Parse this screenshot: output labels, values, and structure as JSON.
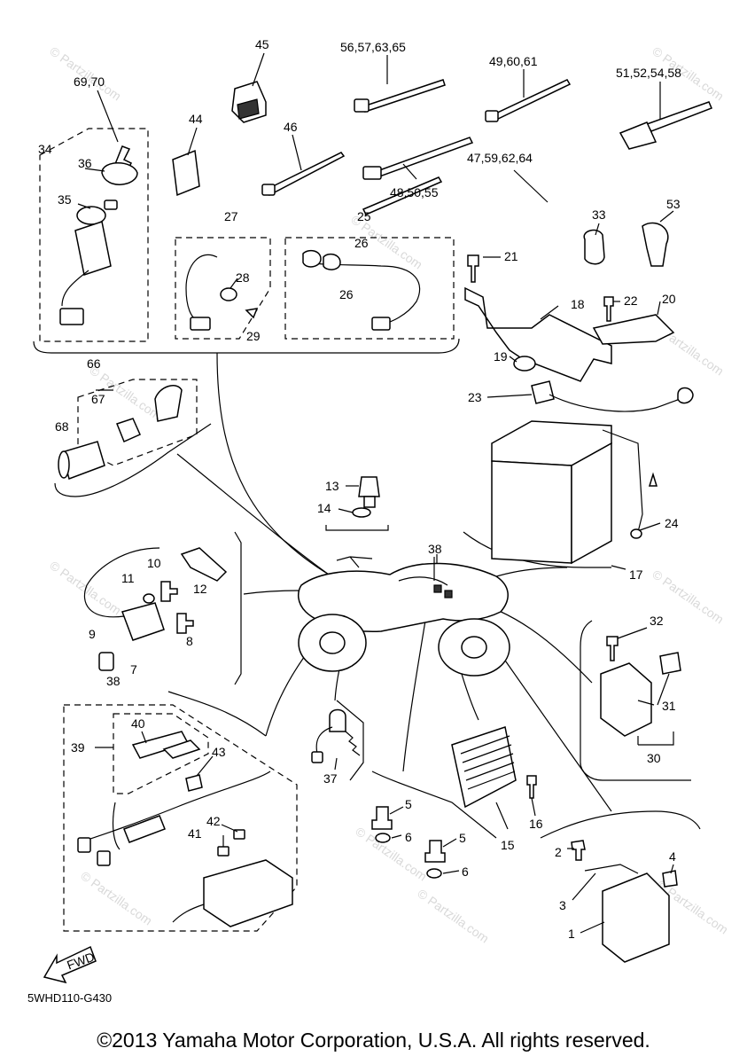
{
  "diagram": {
    "code": "5WHD110-G430",
    "copyright": "©2013 Yamaha Motor Corporation, U.S.A. All rights reserved.",
    "watermark": "© Partzilla.com",
    "fwd_label": "FWD"
  },
  "callouts": {
    "c69_70": "69,70",
    "c45": "45",
    "c56_57_63_65": "56,57,63,65",
    "c49_60_61": "49,60,61",
    "c51_52_54_58": "51,52,54,58",
    "c34": "34",
    "c44": "44",
    "c46": "46",
    "c36": "36",
    "c35": "35",
    "c48_50_55": "48,50,55",
    "c47_59_62_64": "47,59,62,64",
    "c27": "27",
    "c25": "25",
    "c26a": "26",
    "c26b": "26",
    "c33": "33",
    "c53": "53",
    "c28": "28",
    "c21": "21",
    "c22": "22",
    "c20": "20",
    "c29": "29",
    "c18": "18",
    "c19": "19",
    "c66": "66",
    "c67": "67",
    "c23": "23",
    "c68": "68",
    "c13": "13",
    "c14": "14",
    "c24": "24",
    "c38a": "38",
    "c17": "17",
    "c10": "10",
    "c11": "11",
    "c12": "12",
    "c8": "8",
    "c9": "9",
    "c7": "7",
    "c32": "32",
    "c38b": "38",
    "c31": "31",
    "c40": "40",
    "c39": "39",
    "c43": "43",
    "c37": "37",
    "c30": "30",
    "c5a": "5",
    "c16": "16",
    "c42": "42",
    "c41": "41",
    "c6a": "6",
    "c5b": "5",
    "c15": "15",
    "c4": "4",
    "c6b": "6",
    "c2": "2",
    "c3": "3",
    "c1": "1"
  }
}
